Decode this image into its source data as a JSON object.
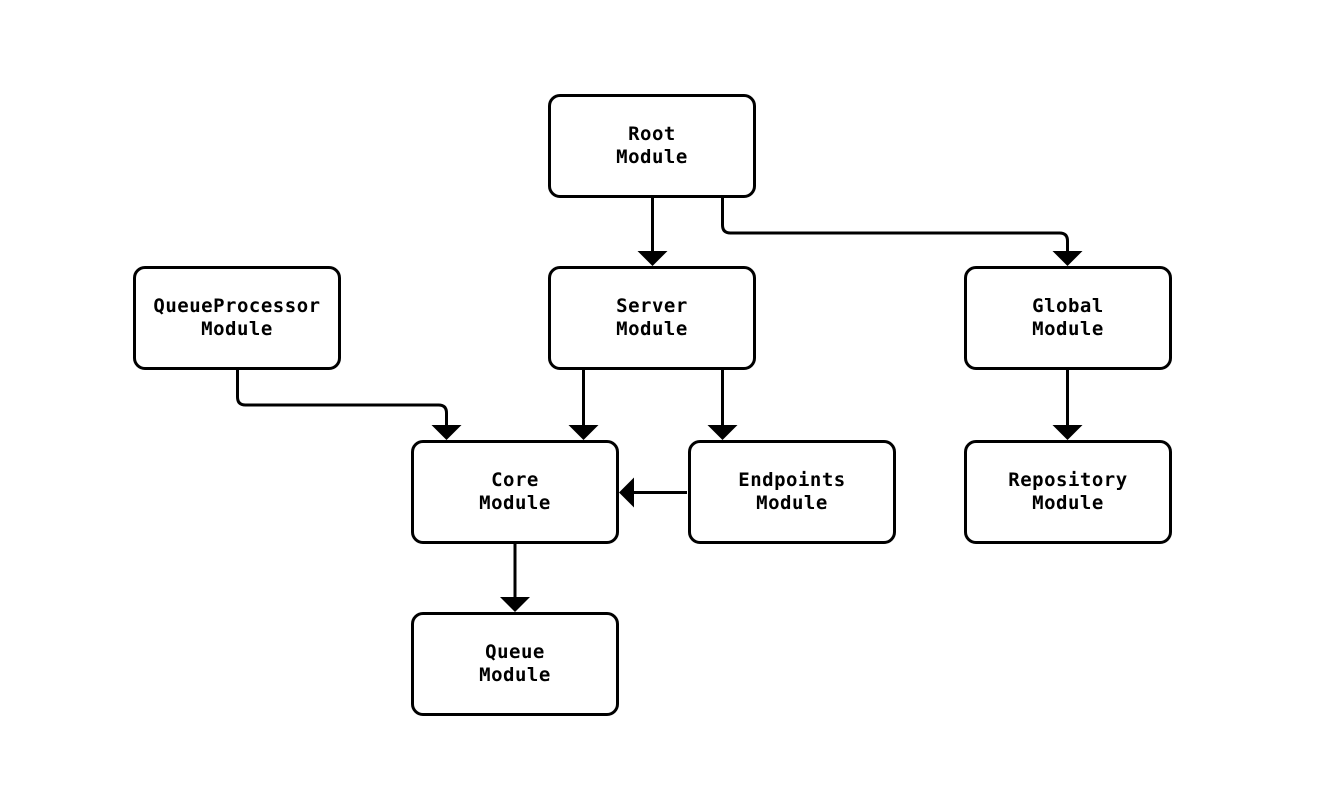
{
  "diagram": {
    "type": "module-dependency-flowchart",
    "background_color": "#ffffff",
    "stroke_color": "#000000",
    "text_color": "#000000"
  },
  "nodes": {
    "root": {
      "label": "Root\nModule"
    },
    "queueprocessor": {
      "label": "QueueProcessor\nModule"
    },
    "server": {
      "label": "Server\nModule"
    },
    "global": {
      "label": "Global\nModule"
    },
    "core": {
      "label": "Core\nModule"
    },
    "endpoints": {
      "label": "Endpoints\nModule"
    },
    "repository": {
      "label": "Repository\nModule"
    },
    "queue": {
      "label": "Queue\nModule"
    }
  },
  "edges": [
    {
      "from": "Root Module",
      "to": "Server Module"
    },
    {
      "from": "Root Module",
      "to": "Global Module"
    },
    {
      "from": "QueueProcessor Module",
      "to": "Core Module"
    },
    {
      "from": "Server Module",
      "to": "Core Module"
    },
    {
      "from": "Server Module",
      "to": "Endpoints Module"
    },
    {
      "from": "Endpoints Module",
      "to": "Core Module"
    },
    {
      "from": "Global Module",
      "to": "Repository Module"
    },
    {
      "from": "Core Module",
      "to": "Queue Module"
    }
  ]
}
